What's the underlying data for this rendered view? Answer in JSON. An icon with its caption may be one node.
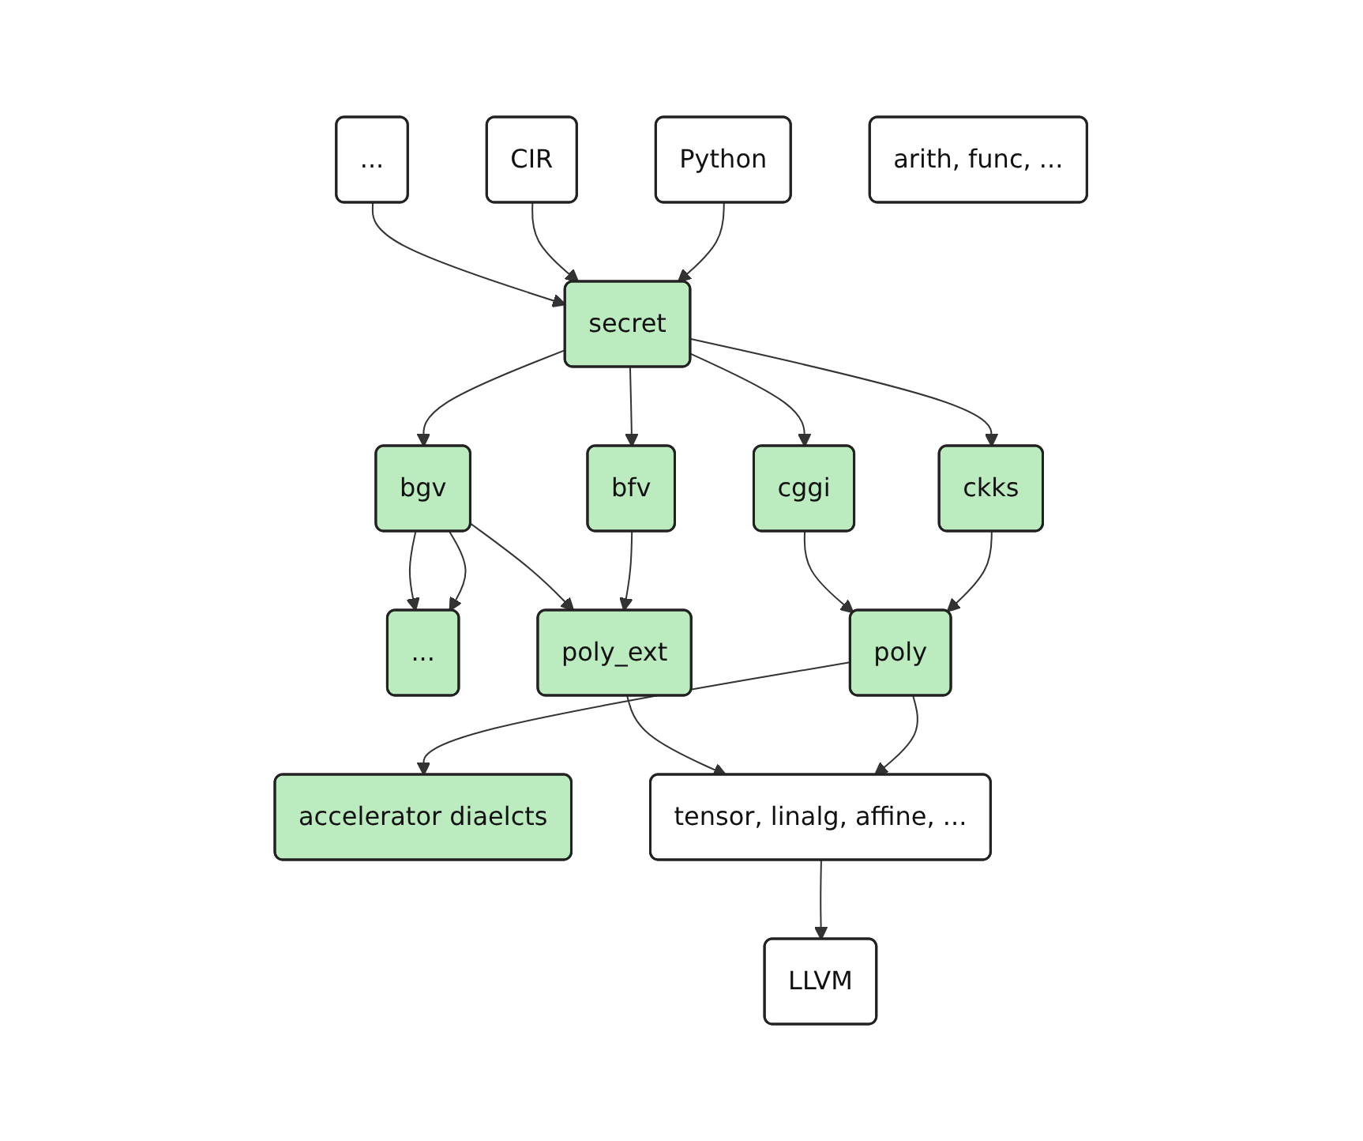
{
  "diagram": {
    "nodes": [
      {
        "text": [
          "Python"
        ]
      },
      {
        "text": [
          "CIR"
        ]
      },
      {
        "text": [
          "..."
        ]
      },
      {
        "text": [
          "secret"
        ]
      },
      {
        "text": [
          "arith, func, ..."
        ]
      },
      {
        "text": [
          "ckks"
        ]
      },
      {
        "text": [
          "cggi"
        ]
      },
      {
        "text": [
          "bfv"
        ]
      },
      {
        "text": [
          "bgv"
        ]
      },
      {
        "text": [
          "..."
        ]
      },
      {
        "text": [
          "poly"
        ]
      },
      {
        "text": [
          "poly_ext"
        ]
      },
      {
        "text": [
          "accelerator diaelcts"
        ]
      },
      {
        "text": [
          "tensor, linalg, affine, ..."
        ]
      },
      {
        "text": [
          "LLVM"
        ]
      }
    ],
    "edges": [
      {
        "from": 0,
        "to": 3,
        "arrow": "to"
      },
      {
        "from": 1,
        "to": 3,
        "arrow": "to"
      },
      {
        "from": 2,
        "to": 3,
        "arrow": "to"
      },
      {
        "from": 3,
        "to": 5,
        "arrow": "to"
      },
      {
        "from": 3,
        "to": 6,
        "arrow": "to"
      },
      {
        "from": 3,
        "to": 7,
        "arrow": "to"
      },
      {
        "from": 3,
        "to": 8,
        "arrow": "to"
      },
      {
        "from": 8,
        "to": 9,
        "arrow": "to"
      },
      {
        "from": 8,
        "to": 9,
        "arrow": "to"
      },
      {
        "from": 5,
        "to": 10,
        "arrow": "to"
      },
      {
        "from": 6,
        "to": 10,
        "arrow": "to"
      },
      {
        "from": 7,
        "to": 11,
        "arrow": "to"
      },
      {
        "from": 8,
        "to": 11,
        "arrow": "to"
      },
      {
        "from": 10,
        "to": 12,
        "arrow": "to"
      },
      {
        "from": 10,
        "to": 13,
        "arrow": "to"
      },
      {
        "from": 11,
        "to": 13,
        "arrow": "to"
      },
      {
        "from": 13,
        "to": 14,
        "arrow": "to"
      }
    ]
  }
}
